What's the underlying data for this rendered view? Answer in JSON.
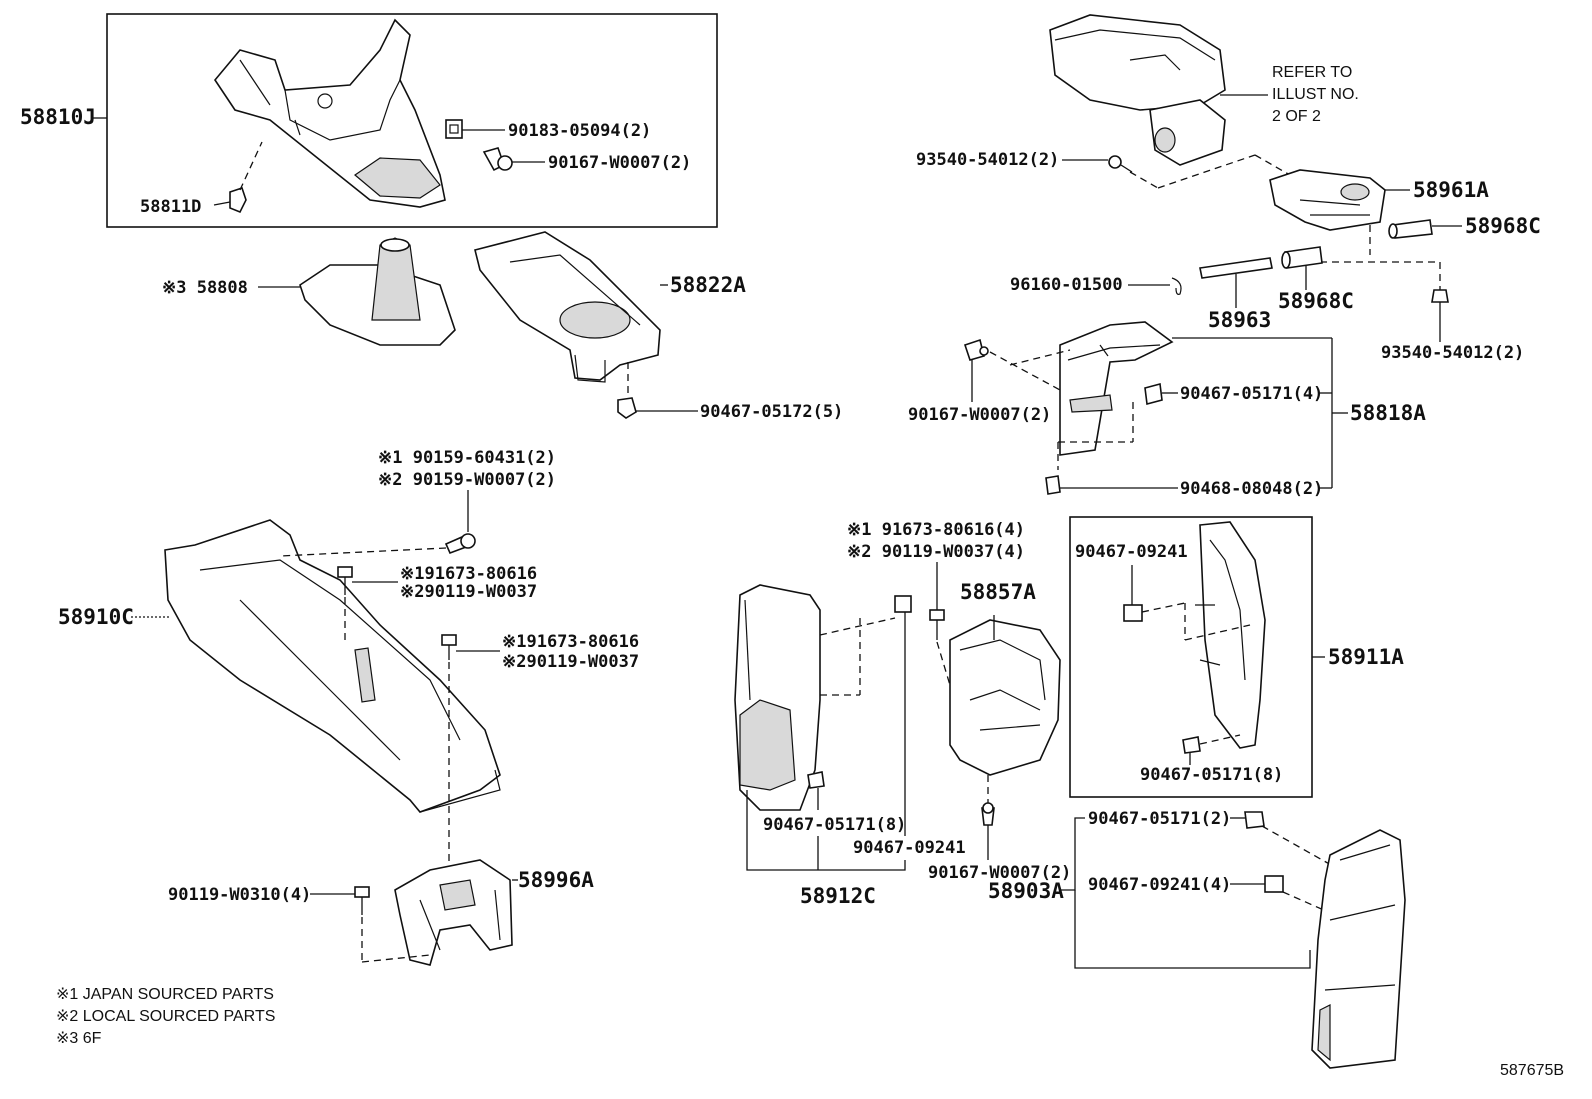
{
  "diagram_id": "587675B",
  "labels": {
    "p58810J": "58810J",
    "p58811D": "58811D",
    "p90183": "90183-05094(2)",
    "p90167a": "90167-W0007(2)",
    "p58808": "※3 58808",
    "p58822A": "58822A",
    "p90467_05172": "90467-05172(5)",
    "p90159_1": "※1 90159-60431(2)",
    "p90159_2": "※2 90159-W0007(2)",
    "p91673a_1": "※191673-80616",
    "p90119a_2": "※290119-W0037",
    "p91673b_1": "※191673-80616",
    "p90119b_2": "※290119-W0037",
    "p58910C": "58910C",
    "p58996A": "58996A",
    "p90119_w0310": "90119-W0310(4)",
    "p58912C": "58912C",
    "p90467_05171_8a": "90467-05171(8)",
    "p90467_09241a": "90467-09241",
    "p91673c_1": "※1 91673-80616(4)",
    "p90119c_2": "※2 90119-W0037(4)",
    "p58857A": "58857A",
    "p90167c": "90167-W0007(2)",
    "p58903A": "58903A",
    "p90467_05171_2": "90467-05171(2)",
    "p90467_09241_4": "90467-09241(4)",
    "p58911A": "58911A",
    "p90467_09241b": "90467-09241",
    "p90467_05171_8b": "90467-05171(8)",
    "refer1": "REFER TO",
    "refer2": "ILLUST NO.",
    "refer3": "2 OF 2",
    "p93540a": "93540-54012(2)",
    "p58961A": "58961A",
    "p58968C_a": "58968C",
    "p58968C_b": "58968C",
    "p58963": "58963",
    "p96160": "96160-01500",
    "p93540b": "93540-54012(2)",
    "p90167b": "90167-W0007(2)",
    "p90467_05171_4": "90467-05171(4)",
    "p58818A": "58818A",
    "p90468": "90468-08048(2)"
  },
  "notes": [
    "※1 JAPAN SOURCED PARTS",
    "※2 LOCAL SOURCED PARTS",
    "※3 6F"
  ]
}
